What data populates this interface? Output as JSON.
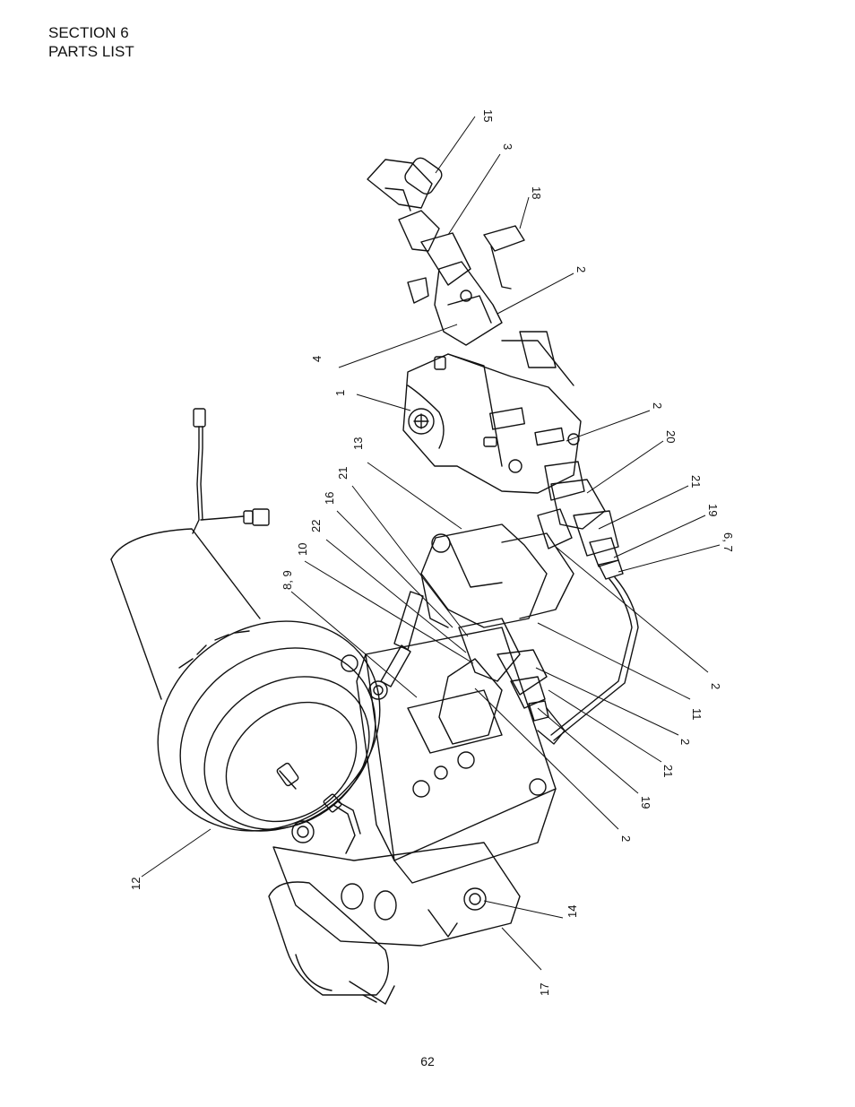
{
  "header": {
    "section": "SECTION 6",
    "title": "PARTS LIST"
  },
  "page_number": "62",
  "callouts": [
    "15",
    "3",
    "18",
    "2",
    "4",
    "1",
    "2",
    "20",
    "13",
    "21",
    "21",
    "16",
    "19",
    "22",
    "6, 7",
    "10",
    "8, 9",
    "2",
    "11",
    "2",
    "21",
    "19",
    "2",
    "12",
    "14",
    "17"
  ]
}
